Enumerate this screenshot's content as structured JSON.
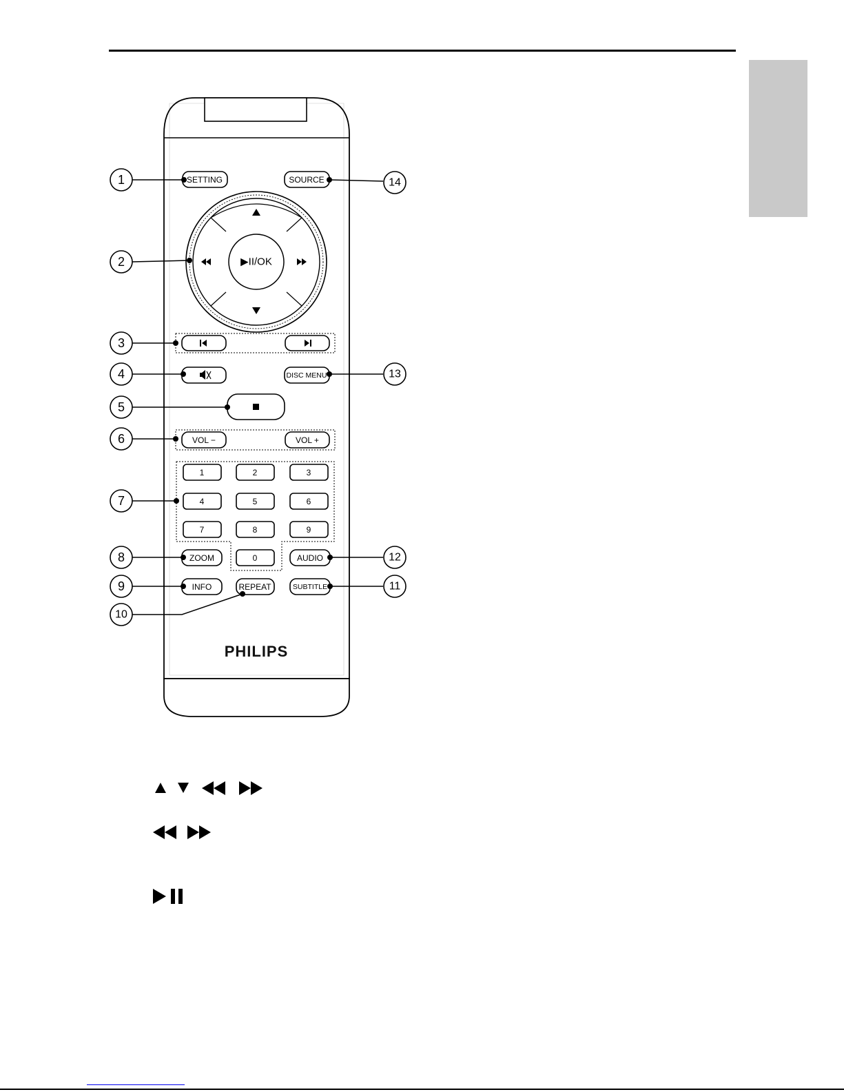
{
  "brand": "PHILIPS",
  "remote": {
    "buttons": {
      "setting": "SETTING",
      "source": "SOURCE",
      "ok": "▶II/OK",
      "mute": "🔇",
      "disc_menu": "DISC MENU",
      "stop": "■",
      "vol_minus": "VOL −",
      "vol_plus": "VOL +",
      "digits": [
        "1",
        "2",
        "3",
        "4",
        "5",
        "6",
        "7",
        "8",
        "9",
        "0"
      ],
      "zoom": "ZOOM",
      "audio": "AUDIO",
      "info": "INFO",
      "repeat": "REPEAT",
      "subtitle": "SUBTITLE"
    }
  },
  "callouts": [
    "1",
    "2",
    "3",
    "4",
    "5",
    "6",
    "7",
    "8",
    "9",
    "10",
    "11",
    "12",
    "13",
    "14"
  ],
  "legend_rows": [
    {
      "icons": [
        "up-triangle-icon",
        "down-triangle-icon",
        "rewind-icon",
        "fast-forward-icon"
      ]
    },
    {
      "icons": [
        "rewind-icon",
        "fast-forward-icon"
      ]
    },
    {
      "icons": [
        "play-pause-icon"
      ]
    }
  ]
}
